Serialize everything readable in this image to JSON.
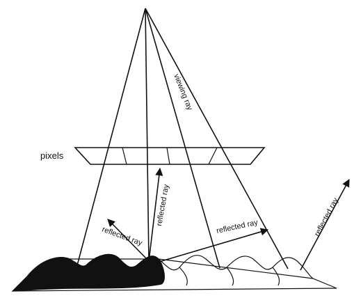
{
  "labels": {
    "pixels": "pixels",
    "viewing_ray": "viewing ray",
    "reflected_ray_1": "reflected ray",
    "reflected_ray_2": "reflected ray",
    "reflected_ray_3": "reflected ray",
    "reflected_ray_4": "reflected ray"
  },
  "colors": {
    "ink": "#111111",
    "background": "#ffffff"
  }
}
